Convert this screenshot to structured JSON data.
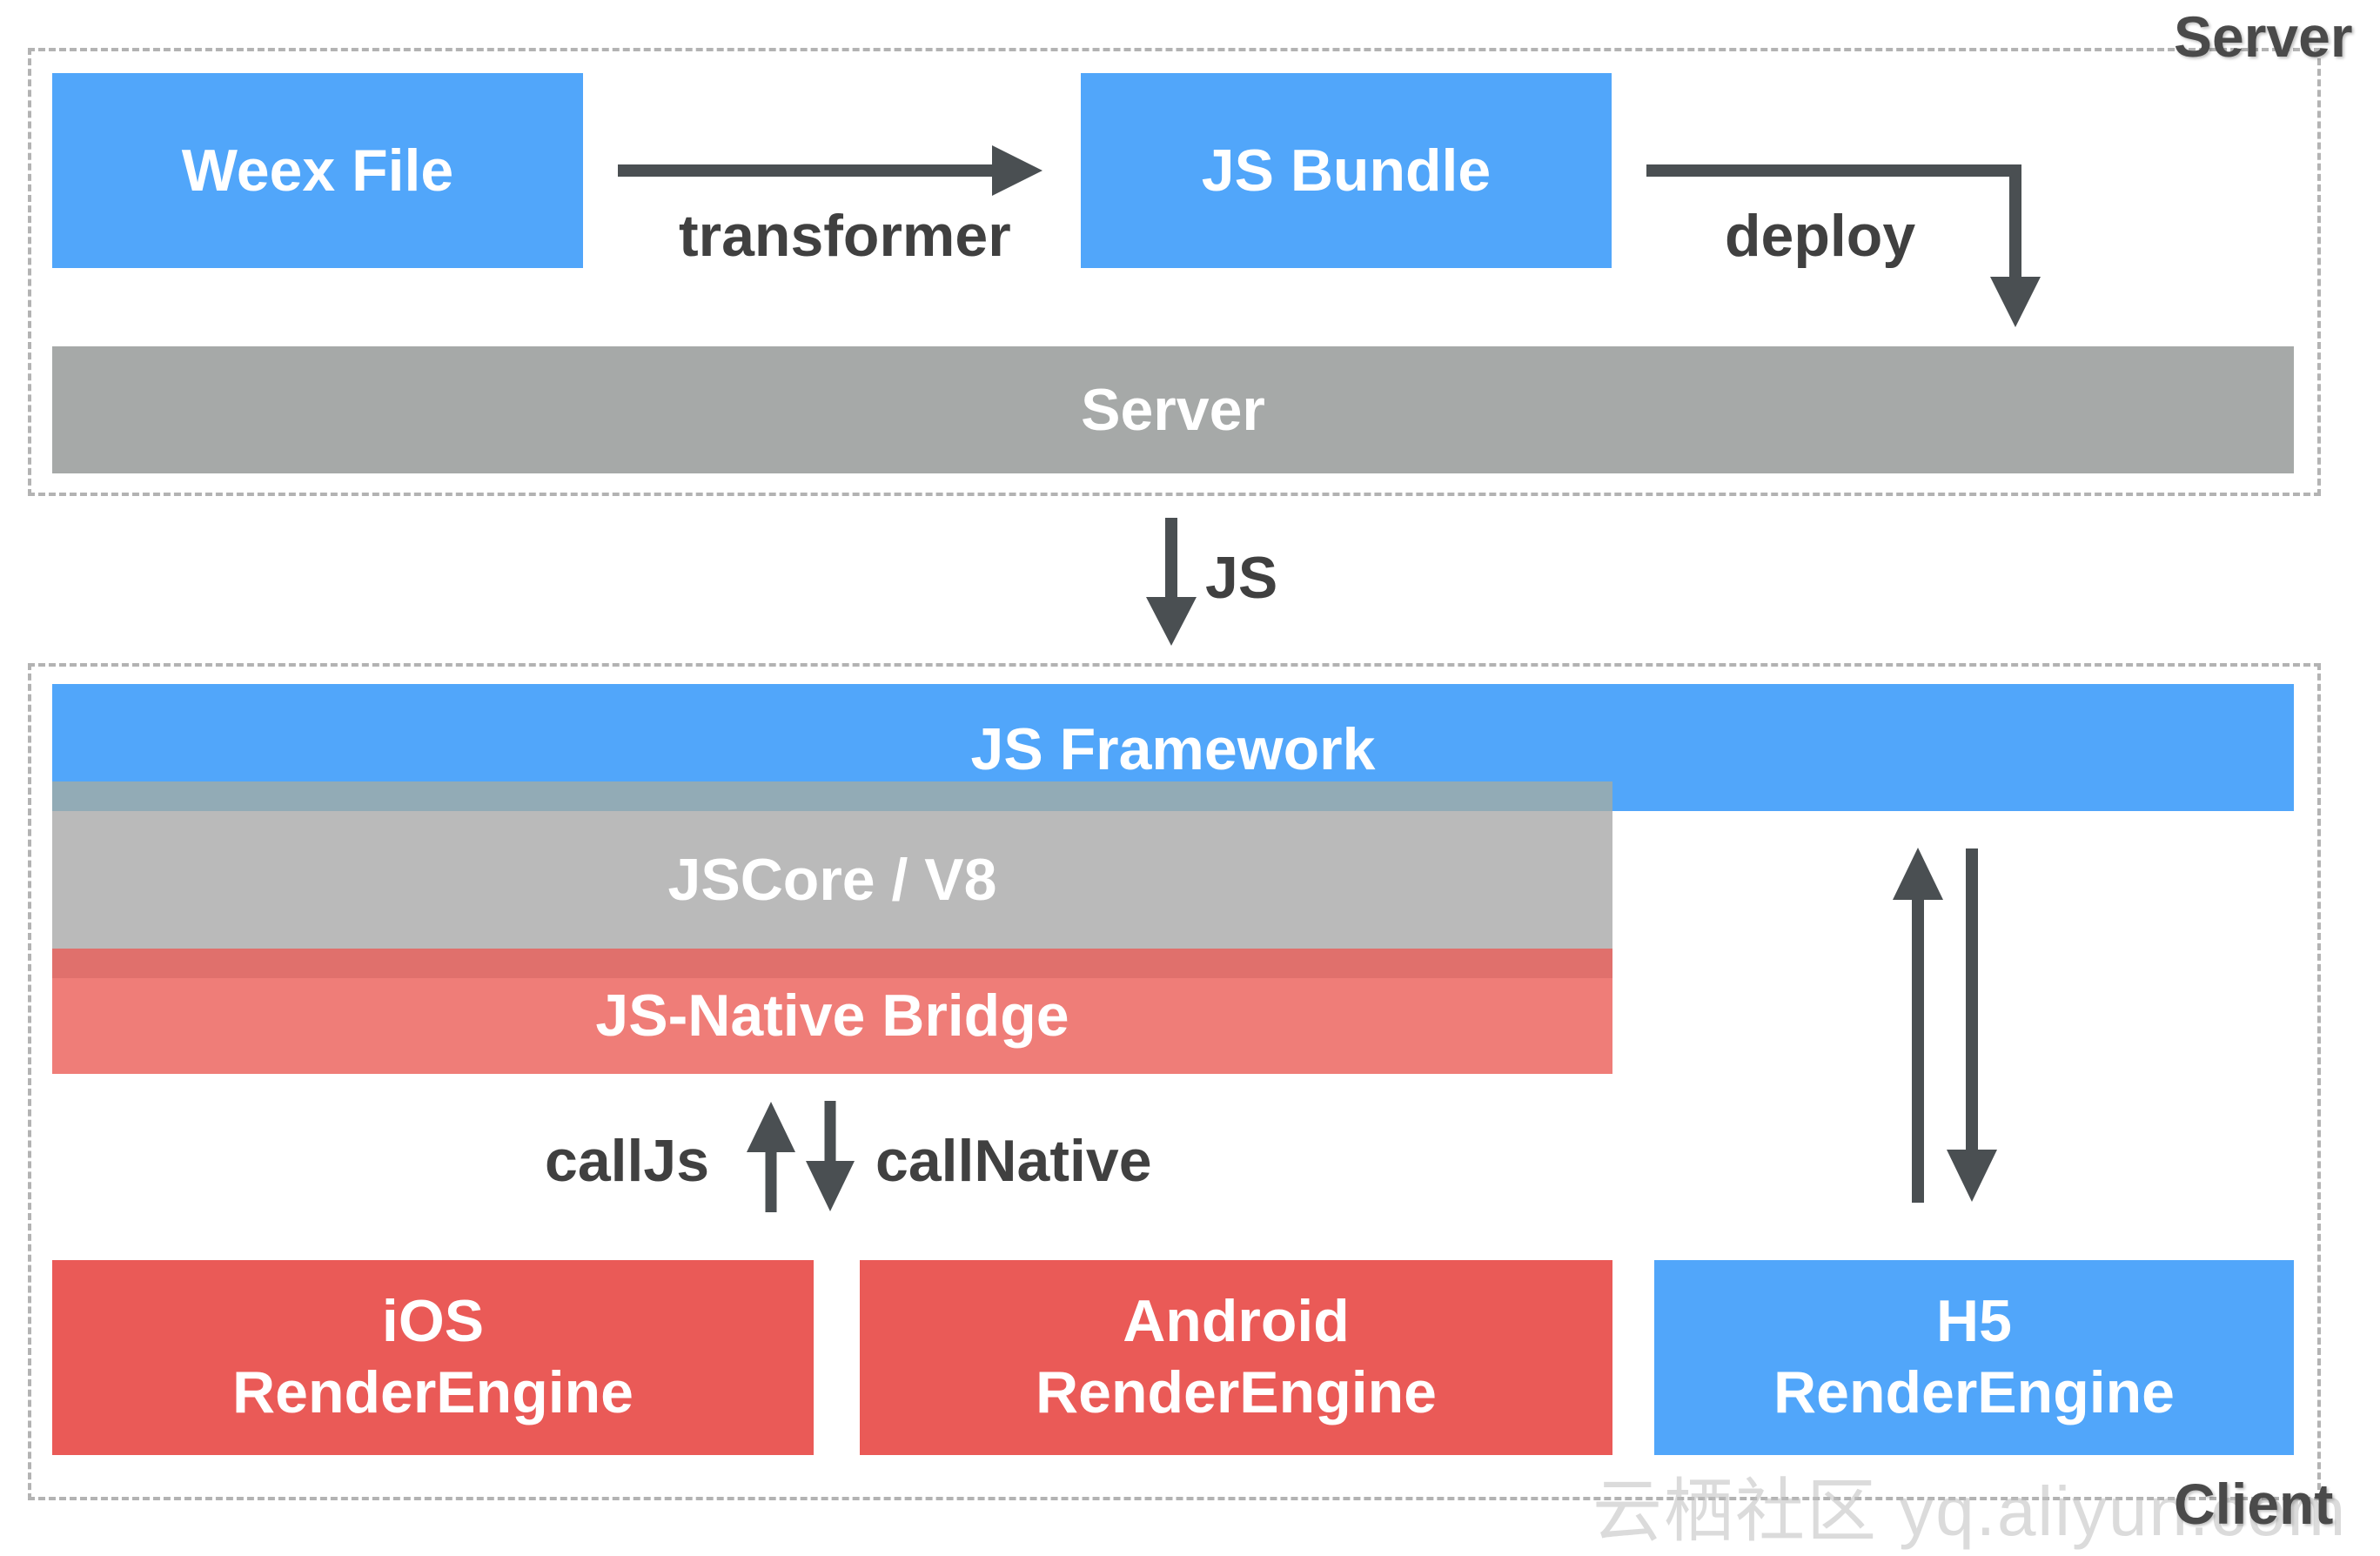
{
  "server_zone": {
    "label": "Server"
  },
  "client_zone": {
    "label": "Client"
  },
  "nodes": {
    "weex_file": "Weex File",
    "js_bundle": "JS Bundle",
    "server": "Server",
    "js_framework": "JS Framework",
    "jscore": "JSCore / V8",
    "bridge": "JS-Native Bridge",
    "ios": {
      "line1": "iOS",
      "line2": "RenderEngine"
    },
    "android": {
      "line1": "Android",
      "line2": "RenderEngine"
    },
    "h5": {
      "line1": "H5",
      "line2": "RenderEngine"
    }
  },
  "edges": {
    "transformer": "transformer",
    "deploy": "deploy",
    "js": "JS",
    "call_js": "callJs",
    "call_native": "callNative"
  },
  "watermark": "云栖社区 yq.aliyun.com",
  "colors": {
    "blue": "#51a6fa",
    "gray": "#a6a9a8",
    "red": "#ea5a57",
    "arrow": "#4a4f52"
  }
}
